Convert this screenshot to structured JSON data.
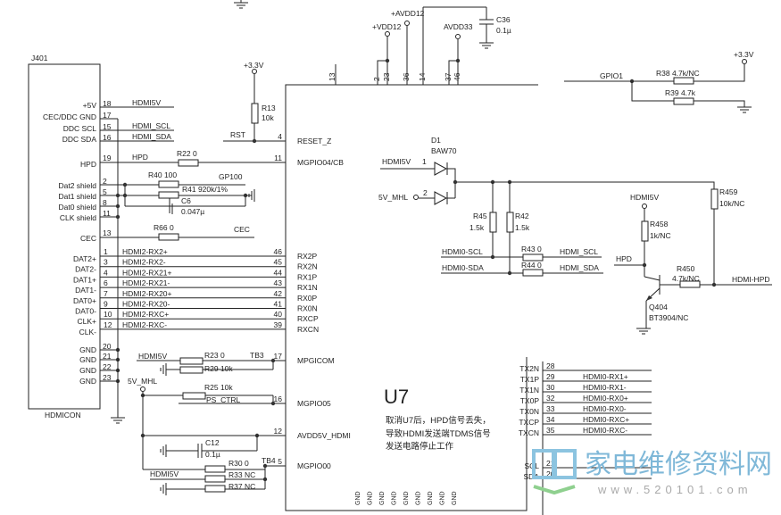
{
  "connector": {
    "ref": "J401",
    "name": "HDMICON",
    "top_pins": [
      {
        "label": "+5V",
        "pin": "18",
        "net": "HDMI5V"
      },
      {
        "label": "CEC/DDC GND",
        "pin": "17",
        "net": ""
      },
      {
        "label": "DDC SCL",
        "pin": "15",
        "net": "HDMI_SCL"
      },
      {
        "label": "DDC SDA",
        "pin": "16",
        "net": "HDMI_SDA"
      }
    ],
    "hpd": {
      "label": "HPD",
      "pin": "19",
      "net": "HPD"
    },
    "shields": [
      {
        "label": "Dat2 shield",
        "pin": "2"
      },
      {
        "label": "Dat1 shield",
        "pin": "5"
      },
      {
        "label": "Dat0 shield",
        "pin": "8"
      },
      {
        "label": "CLK shield",
        "pin": "11"
      }
    ],
    "cec": {
      "label": "CEC",
      "pin": "13"
    },
    "data_labels": [
      "DAT2+",
      "DAT2-",
      "DAT1+",
      "DAT1-",
      "DAT0+",
      "DAT0-",
      "CLK+",
      "CLK-"
    ],
    "gnd_pins": [
      {
        "label": "GND",
        "pin": "20"
      },
      {
        "label": "GND",
        "pin": "21"
      },
      {
        "label": "GND",
        "pin": "22"
      },
      {
        "label": "GND",
        "pin": "23"
      }
    ]
  },
  "rx_lines": [
    {
      "pin_l": "1",
      "net": "HDMI2-RX2+",
      "pin_r": "46",
      "ic": "RX2P"
    },
    {
      "pin_l": "3",
      "net": "HDMI2-RX2-",
      "pin_r": "45",
      "ic": "RX2N"
    },
    {
      "pin_l": "4",
      "net": "HDMI2-RX21+",
      "pin_r": "44",
      "ic": "RX1P"
    },
    {
      "pin_l": "6",
      "net": "HDMI2-RX21-",
      "pin_r": "43",
      "ic": "RX1N"
    },
    {
      "pin_l": "7",
      "net": "HDMI2-RX20+",
      "pin_r": "42",
      "ic": "RX0P"
    },
    {
      "pin_l": "9",
      "net": "HDMI2-RX20-",
      "pin_r": "41",
      "ic": "RX0N"
    },
    {
      "pin_l": "10",
      "net": "HDMI2-RXC+",
      "pin_r": "40",
      "ic": "RXCP"
    },
    {
      "pin_l": "12",
      "net": "HDMI2-RXC-",
      "pin_r": "39",
      "ic": "RXCN"
    }
  ],
  "components": {
    "r13": {
      "ref": "R13",
      "value": "10k"
    },
    "v33_top": "+3.3V",
    "rst": "RST",
    "r22": "R22 0",
    "r40": "R40 100",
    "gp100": "GP100",
    "r41": "R41 920k/1%",
    "c6": {
      "ref": "C6",
      "value": "0.047µ"
    },
    "r66": "R66 0",
    "cec_net": "CEC",
    "hdmi5v_a": "HDMI5V",
    "r23": "R23 0",
    "tb3": "TB3",
    "r29": "R29 10k",
    "v5_mhl_a": "5V_MHL",
    "r25": "R25 10k",
    "ps_ctrl": "PS_CTRL",
    "c12": {
      "ref": "C12",
      "value": "0.1µ"
    },
    "r30": "R30 0",
    "tb4": "TB4",
    "r33": "R33 NC",
    "hdmi5v_b": "HDMI5V",
    "r37": "R37 NC"
  },
  "ic": {
    "ref": "U7",
    "note": [
      "取消U7后，HPD信号丢失，",
      "导致HDMI发送端TDMS信号",
      "发送电路停止工作"
    ],
    "left_pins": [
      {
        "pin": "4",
        "name": "RESET_Z"
      },
      {
        "pin": "11",
        "name": "MGPIO04/CB"
      },
      {
        "pin": "17",
        "name": "MPGICOM"
      },
      {
        "pin": "16",
        "name": "MGPIO05"
      },
      {
        "pin": "12",
        "name": "AVDD5V_HDMI"
      },
      {
        "pin": "5",
        "name": "MGPIO00"
      }
    ],
    "top_pins": [
      "13",
      "2",
      "23",
      "36",
      "14",
      "37",
      "46"
    ],
    "gnd_labels": [
      "GND",
      "GND",
      "GND",
      "GND",
      "GND",
      "GND",
      "GND",
      "GND",
      "GND"
    ],
    "tx_pins": [
      {
        "name": "TX2N",
        "pin": "28",
        "net": ""
      },
      {
        "name": "TX1P",
        "pin": "29",
        "net": "HDMI0-RX1+"
      },
      {
        "name": "TX1N",
        "pin": "30",
        "net": "HDMI0-RX1-"
      },
      {
        "name": "TX0P",
        "pin": "32",
        "net": "HDMI0-RX0+"
      },
      {
        "name": "TX0N",
        "pin": "33",
        "net": "HDMI0-RX0-"
      },
      {
        "name": "TXCP",
        "pin": "34",
        "net": "HDMI0-RXC+"
      },
      {
        "name": "TXCN",
        "pin": "35",
        "net": "HDMI0-RXC-"
      }
    ],
    "i2c_pins": [
      {
        "name": "SCL",
        "pin": "21"
      },
      {
        "name": "SDA",
        "pin": "20"
      }
    ]
  },
  "power": {
    "vdd12": "+VDD12",
    "avdd12": "+AVDD12",
    "avdd33": "AVDD33",
    "c36": {
      "ref": "C36",
      "value": "0.1µ"
    }
  },
  "gpio": {
    "net": "GPIO1",
    "r38": "R38 4.7k/NC",
    "r39": "R39 4.7k",
    "v33": "+3.3V"
  },
  "hpd_circuit": {
    "d1": {
      "ref": "D1",
      "part": "BAW70"
    },
    "hdmi5v_in": "HDMI5V",
    "pin1": "1",
    "v5_mhl": "5V_MHL",
    "pin2": "2",
    "r45": {
      "ref": "R45",
      "value": "1.5k"
    },
    "r42": {
      "ref": "R42",
      "value": "1.5k"
    },
    "hdmi0_scl": "HDMI0-SCL",
    "hdmi0_sda": "HDMI0-SDA",
    "r43": "R43 0",
    "r44": "R44 0",
    "hdmi_scl": "HDMI_SCL",
    "hdmi_sda": "HDMI_SDA",
    "r459": {
      "ref": "R459",
      "value": "10k/NC"
    },
    "hdmi5v": "HDMI5V",
    "r458": {
      "ref": "R458",
      "value": "1k/NC"
    },
    "hpd": "HPD",
    "r450": {
      "ref": "R450",
      "value": "4.7k/NC"
    },
    "hdmi_hpd": "HDMI-HPD",
    "q404": {
      "ref": "Q404",
      "part": "BT3904/NC"
    }
  },
  "watermark": {
    "logo": "家电维修资料网",
    "url": "www.520101.com"
  }
}
